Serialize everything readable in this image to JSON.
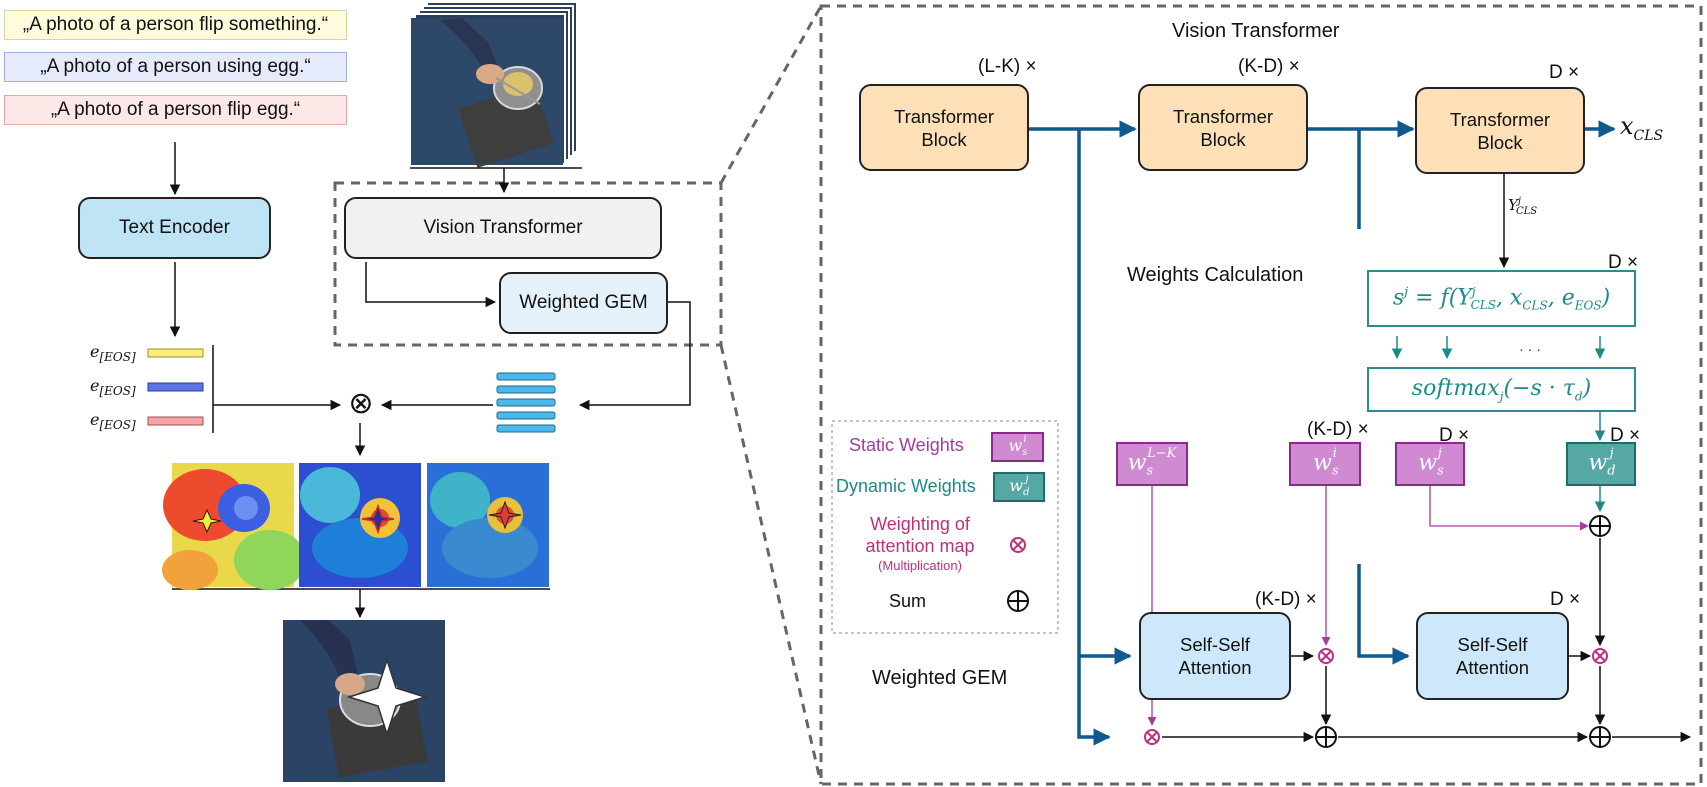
{
  "prompts": [
    "„A photo of a person flip something.“",
    "„A photo of a person using egg.“",
    "„A photo of a person flip egg.“"
  ],
  "prompt_colors": [
    "#fffbdc",
    "#e6ebfb",
    "#fde8e8"
  ],
  "prompt_borders": [
    "#d8d39a",
    "#9fb0dc",
    "#e8a6a6"
  ],
  "eos_bar_colors": [
    "#fbee7a",
    "#5b73e3",
    "#f3a3a3"
  ],
  "feature_bar_color": "#4cb8ea",
  "left": {
    "text_encoder": "Text Encoder",
    "vision_transformer": "Vision Transformer",
    "weighted_gem": "Weighted GEM",
    "eos_labels": [
      "e",
      "e",
      "e"
    ],
    "eos_sub": "[EOS]",
    "multiply_symbol": "⊗"
  },
  "right": {
    "vit_title": "Vision Transformer",
    "blocks": [
      {
        "line1": "Transformer",
        "line2": "Block",
        "rep": "(L-K) ×"
      },
      {
        "line1": "Transformer",
        "line2": "Block",
        "rep": "(K-D) ×"
      },
      {
        "line1": "Transformer",
        "line2": "Block",
        "rep": "D ×"
      }
    ],
    "x_cls": "x",
    "x_cls_sub": "CLS",
    "y_cls": "Y",
    "y_cls_sup": "j",
    "y_cls_sub": "CLS",
    "weights_title": "Weights Calculation",
    "eq_rep": "D ×",
    "equation": "s^j = f(Y^j_CLS, x_CLS, e_EOS)",
    "dots": "· · ·",
    "softmax": "softmax_j(−s · τ_d)",
    "rep_kd": "(K-D) ×",
    "rep_d1": "D ×",
    "rep_d2": "D ×",
    "w_static_lk": "w_s^{L−K}",
    "w_static_i": "w_s^i",
    "w_static_j": "w_s^j",
    "w_dynamic_j": "w_d^j",
    "gem_title": "Weighted GEM",
    "ssa_blocks": [
      {
        "line1": "Self-Self",
        "line2": "Attention",
        "rep": "(K-D) ×"
      },
      {
        "line1": "Self-Self",
        "line2": "Attention",
        "rep": "D ×"
      }
    ]
  },
  "legend": {
    "static": "Static Weights",
    "dynamic": "Dynamic Weights",
    "weighting_line1": "Weighting of",
    "weighting_line2": "attention map",
    "weighting_note": "(Multiplication)",
    "sum": "Sum",
    "static_chip": "w_s^i",
    "dynamic_chip": "w_d^j"
  }
}
